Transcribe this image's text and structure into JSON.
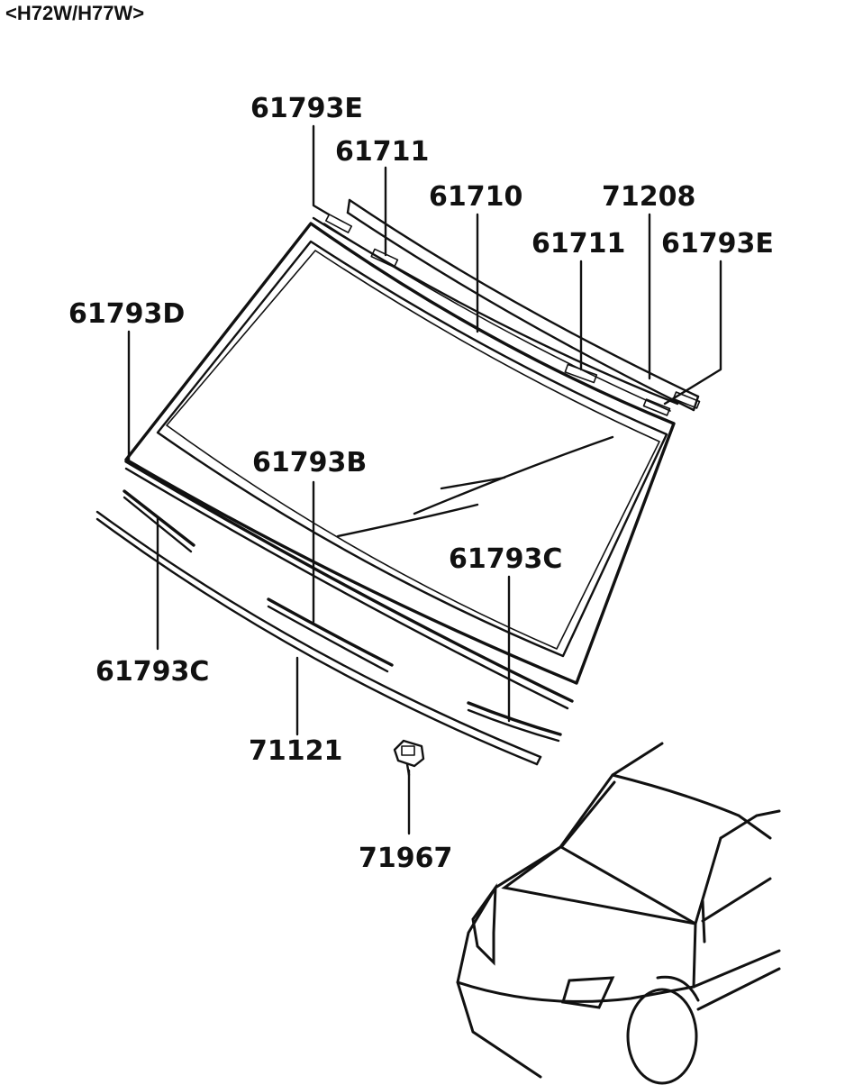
{
  "model_code": "<H72W/H77W>",
  "parts": {
    "e_top": "61793E",
    "clip_left": "61711",
    "molding_top": "61710",
    "molding_right": "71208",
    "clip_right": "61711",
    "e_right": "61793E",
    "d_left": "61793D",
    "b_center": "61793B",
    "c_right": "61793C",
    "c_left": "61793C",
    "cowl": "71121",
    "clip_bottom": "71967"
  }
}
